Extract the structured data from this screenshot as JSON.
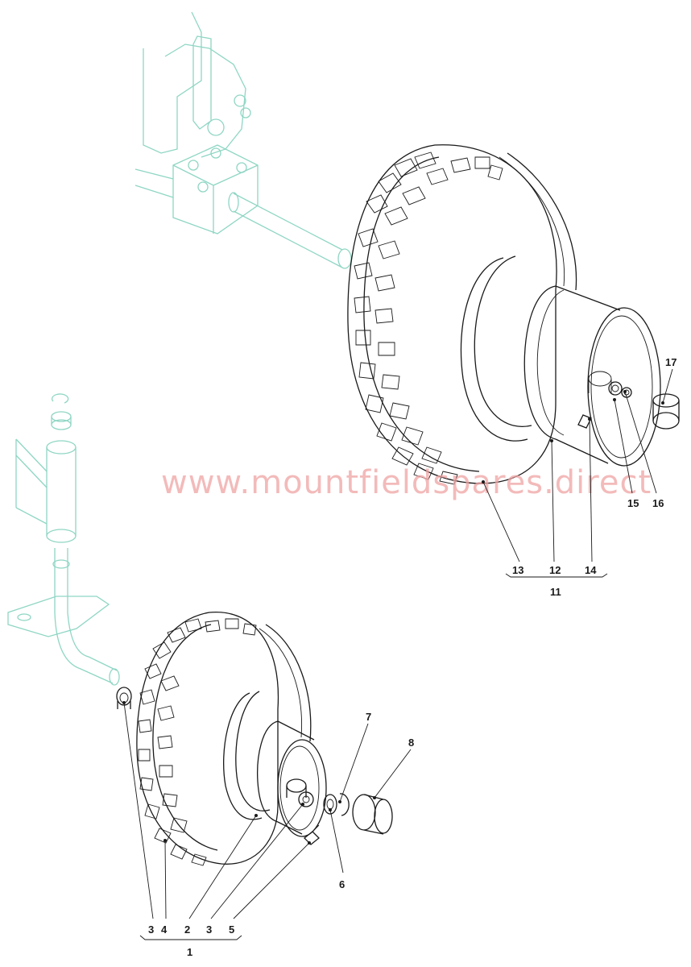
{
  "watermark": "www.mountfieldspares.direct",
  "rear_wheel_callouts": {
    "c13": "13",
    "c12": "12",
    "c14": "14",
    "c11": "11",
    "c15": "15",
    "c16": "16",
    "c17": "17"
  },
  "front_wheel_callouts": {
    "c7": "7",
    "c8": "8",
    "c6": "6",
    "c3a": "3",
    "c4": "4",
    "c2": "2",
    "c3b": "3",
    "c5": "5",
    "c1": "1"
  },
  "colors": {
    "ink": "#1a1a1a",
    "ghost_parts": "#8fd6c4",
    "watermark": "#f0a3a3"
  }
}
